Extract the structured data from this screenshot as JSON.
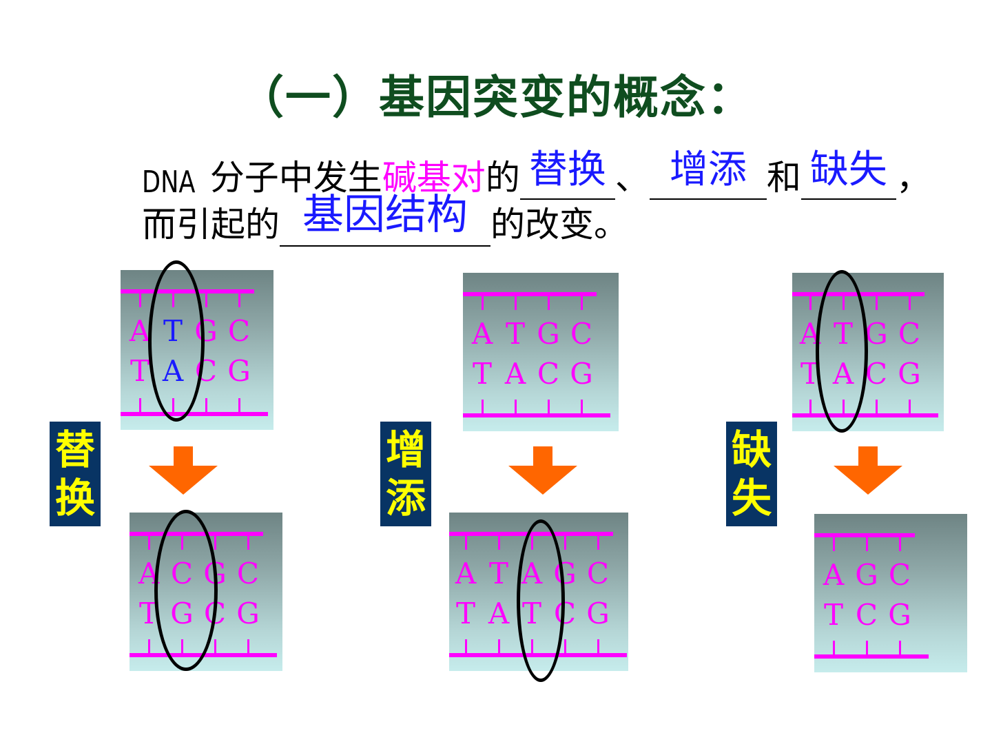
{
  "title": "（一）基因突变的概念：",
  "definition": {
    "prefix": "DNA",
    "text1": "分子中发生",
    "highlight": "碱基对",
    "text2": "的",
    "answer1": "替换",
    "sep1": "、",
    "answer2": "增添",
    "sep2": "和",
    "answer3": "缺失",
    "sep3": "，",
    "text3": "而引起的",
    "answer4": "基因结构",
    "text4": "的改变。"
  },
  "colors": {
    "title": "#0f4d1f",
    "highlight": "#ff00ff",
    "answer": "#1a1aff",
    "strand": "#ff00ff",
    "label_bg": "#083464",
    "label_text": "#ffff00",
    "arrow": "#ff6600"
  },
  "examples": [
    {
      "label": [
        "替",
        "换"
      ],
      "before": {
        "top": [
          "A",
          "T",
          "G",
          "C"
        ],
        "bottom": [
          "T",
          "A",
          "C",
          "G"
        ],
        "highlighted": [
          1
        ]
      },
      "after": {
        "top": [
          "A",
          "C",
          "G",
          "C"
        ],
        "bottom": [
          "T",
          "G",
          "C",
          "G"
        ]
      }
    },
    {
      "label": [
        "增",
        "添"
      ],
      "before": {
        "top": [
          "A",
          "T",
          "G",
          "C"
        ],
        "bottom": [
          "T",
          "A",
          "C",
          "G"
        ]
      },
      "after": {
        "top": [
          "A",
          "T",
          "A",
          "G",
          "C"
        ],
        "bottom": [
          "T",
          "A",
          "T",
          "C",
          "G"
        ]
      }
    },
    {
      "label": [
        "缺",
        "失"
      ],
      "before": {
        "top": [
          "A",
          "T",
          "G",
          "C"
        ],
        "bottom": [
          "T",
          "A",
          "C",
          "G"
        ]
      },
      "after": {
        "top": [
          "A",
          "G",
          "C"
        ],
        "bottom": [
          "T",
          "C",
          "G"
        ]
      }
    }
  ]
}
